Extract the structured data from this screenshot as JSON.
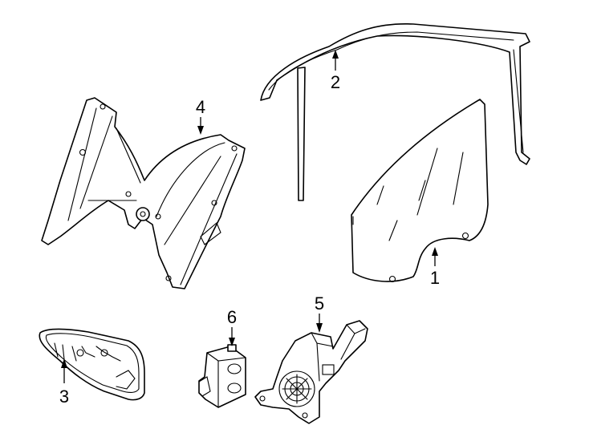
{
  "diagram": {
    "callouts": [
      {
        "id": "glass",
        "label": "1"
      },
      {
        "id": "run-channel",
        "label": "2"
      },
      {
        "id": "lift-plate",
        "label": "3"
      },
      {
        "id": "regulator",
        "label": "4"
      },
      {
        "id": "motor",
        "label": "5"
      },
      {
        "id": "control-module",
        "label": "6"
      }
    ]
  }
}
